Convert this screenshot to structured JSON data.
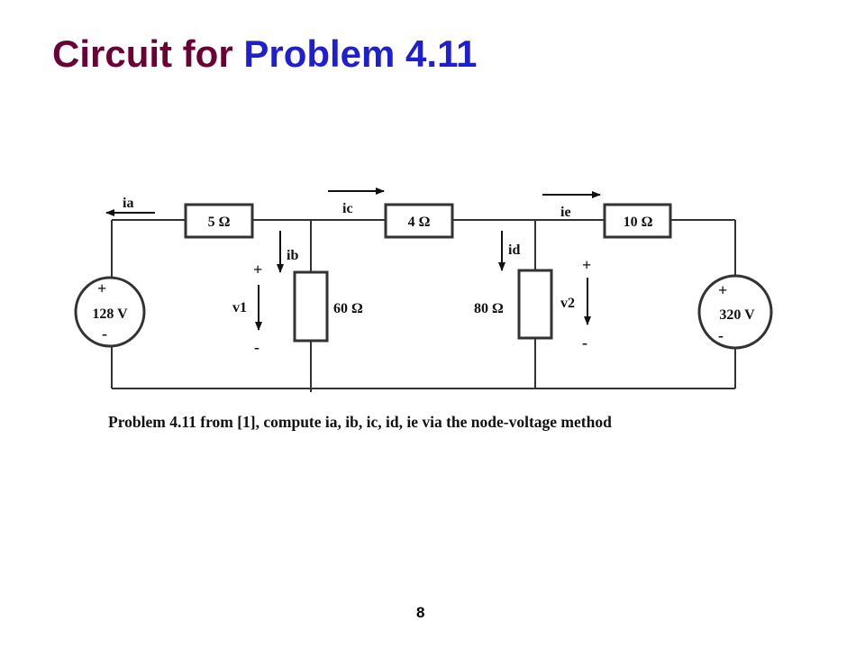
{
  "title": {
    "part1": "Circuit for",
    "part2": "Problem 4.11",
    "color1": "#6b0036",
    "color2": "#1f1fd0"
  },
  "diagram": {
    "currents": {
      "ia": "ia",
      "ib": "ib",
      "ic": "ic",
      "id": "id",
      "ie": "ie"
    },
    "resistors": {
      "r1": "5 Ω",
      "r2": "4 Ω",
      "r3": "10 Ω",
      "r4": "60 Ω",
      "r5": "80 Ω"
    },
    "sources": {
      "left": {
        "value": "128 V",
        "plus": "+",
        "minus": "-"
      },
      "right": {
        "value": "320 V",
        "plus": "+",
        "minus": "-"
      }
    },
    "voltages": {
      "v1": {
        "label": "v1",
        "plus": "+",
        "minus": "-"
      },
      "v2": {
        "label": "v2",
        "plus": "+",
        "minus": "-"
      }
    }
  },
  "caption": "Problem 4.11 from [1], compute ia, ib, ic, id, ie via the node-voltage method",
  "page_number": "8"
}
